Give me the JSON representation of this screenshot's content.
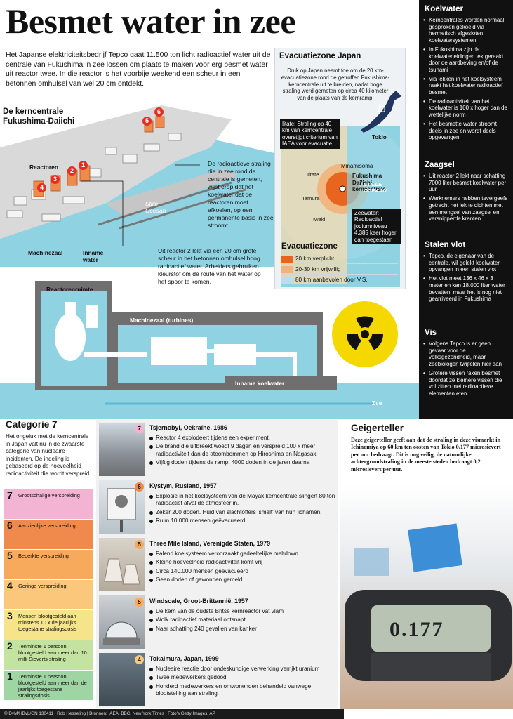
{
  "header": {
    "title": "Besmet water in zee",
    "intro": "Het Japanse elektriciteitsbedrijf Tepco gaat 11.500 ton licht radioactief water uit de centrale van Fukushima in zee lossen om plaats te maken voor erg besmet water uit reactor twee. In die reactor is het voorbije weekend een scheur in een betonnen omhulsel van wel 20 cm ontdekt."
  },
  "plant": {
    "title": "De kerncentrale Fukushima-Daiichi",
    "reactors_label": "Reactoren",
    "reactor_numbers": [
      "1",
      "2",
      "3",
      "4",
      "5",
      "6"
    ],
    "sea_label": "Stille Oceaan",
    "machine_hall_label": "Machinezaal",
    "intake_label": "Inname water",
    "callout_sea": "De radioactieve straling die in zee rond de centrale is gemeten, wijst erop dat het koelwater dat de reactoren moet afkoelen, op een permanente basis in zee stroomt.",
    "callout_leak": "Uit reactor 2 lekt via een 20 cm grote scheur in het betonnen omhulsel hoog radioactief water. Arbeiders gebruiken kleurstof om de route van het water op het spoor te komen."
  },
  "cross_section": {
    "reactor_room": "Reactorenruimte",
    "turbine_hall": "Machinezaal (turbines)",
    "intake_water": "Inname koelwater",
    "sea": "Zee"
  },
  "evacuation": {
    "title": "Evacuatiezone Japan",
    "text": "Druk op Japan neemt toe om de 20 km-evacuatiezone rond de getroffen Fukushima-kerncentrale uit te breiden, nadat hoge straling werd gemeten op circa 40 kilometer van de plaats van de kernramp.",
    "iitate_note": "Iitate: Straling op 40 km van kerncentrale overstijgt criterium van IAEA voor evacuatie",
    "seawater_note": "Zeewater: Radioactief jodiumniveau 4.385 keer hoger dan toegestaan",
    "places": {
      "tokio": "Tokio",
      "minamisoma": "Minamisoma",
      "plant": "Fukushima Dai'ichi-kerncentrale",
      "iitate": "Iitate",
      "tamura": "Tamura",
      "iwaki": "Iwaki",
      "ocean": "STILLE OCEAAN"
    },
    "legend_title": "Evacuatiezone",
    "legend": [
      {
        "label": "20 km verplicht",
        "color": "#e8651f"
      },
      {
        "label": "20-30 km vrijwillig",
        "color": "#f3b27a"
      },
      {
        "label": "80 km aanbevolen door V.S.",
        "color": "#b9dcef"
      }
    ]
  },
  "sidebar": {
    "sections": [
      {
        "heading": "Koelwater",
        "items": [
          "Kerncentrales worden normaal gesproken gekoeld via hermetisch afgesloten koelwatersystemen",
          "In Fukushima zijn de koelwaterleidingen lek geraakt door de aardbeving en/of de tsunami",
          "Via lekken in het koelsysteem raakt het koelwater radioactief besmet",
          "De radioactiviteit van het koelwater is 100 x hoger dan de wettelijke norm",
          "Het besmette water stroomt deels in zee en wordt deels opgevangen"
        ]
      },
      {
        "heading": "Zaagsel",
        "items": [
          "Uit reactor 2 lekt naar schatting 7000 liter besmet koelwater per uur",
          "Werknemers hebben tevergeefs getracht het lek te dichten met een mengsel van zaagsel en versnipperde kranten"
        ]
      },
      {
        "heading": "Stalen vlot",
        "items": [
          "Tepco, de eigenaar van de centrale, wil gelekt koelwater opvangen in een stalen vlot",
          "Het vlot meet 136 x 46 x 3 meter en kan 18.000 liter water bevatten, maar het is nog niet gearriveerd in Fukushima"
        ]
      },
      {
        "heading": "Vis",
        "items": [
          "Volgens Tepco is er geen gevaar voor de volksgezondheid, maar zeebiologen twijfelen hier aan",
          "Grotere vissen raken besmet doordat ze kleinere vissen die vol zitten met radioactieve elementen eten"
        ]
      }
    ]
  },
  "category": {
    "title": "Categorie 7",
    "intro": "Het ongeluk met de kerncentrale in Japan valt nu in de zwaarste categorie van nucleaire incidenten. De indeling is gebaseerd op de hoeveelheid radioactiviteit die wordt verspreid",
    "levels": [
      {
        "num": "7",
        "label": "Grootschalige verspreiding",
        "color": "#f2b4d2"
      },
      {
        "num": "6",
        "label": "Aanzienlijke verspreiding",
        "color": "#f08a4c"
      },
      {
        "num": "5",
        "label": "Beperkte verspreiding",
        "color": "#f7a95c"
      },
      {
        "num": "4",
        "label": "Geringe verspreiding",
        "color": "#fbc77a"
      },
      {
        "num": "3",
        "label": "Mensen blootgesteld aan minstens 10 x de jaarlijks toegestane stralingsdosis",
        "color": "#f6e48a"
      },
      {
        "num": "2",
        "label": "Tenminste 1 persoon blootgesteld aan meer dan 10 milli-Sieverts straling",
        "color": "#c5e3a0"
      },
      {
        "num": "1",
        "label": "Tenminste 1 persoon blootgesteld aan meer dan de jaarlijks toegestane stralingsdosis",
        "color": "#9fd4a3"
      }
    ]
  },
  "incidents": [
    {
      "level": "7",
      "color": "#f2b4d2",
      "title": "Tsjernobyl, Oekraïne, 1986",
      "items": [
        "Reactor 4 explodeert tijdens een experiment.",
        "De brand die uitbreekt woedt 9 dagen en verspreid 100 x meer radioactiviteit dan de atoombommen op Hiroshima en Nagasaki",
        "Vijftig doden tijdens de ramp, 4000 doden in de jaren daarna"
      ]
    },
    {
      "level": "6",
      "color": "#f08a4c",
      "title": "Kystym, Rusland, 1957",
      "items": [
        "Explosie in het koelsysteem van de Mayak kerncentrale slingert 80 ton radioactief afval de atmosfeer in.",
        "Zeker 200 doden. Huid van slachtoffers 'smelt' van hun lichamen.",
        "Ruim 10.000 mensen geëvacueerd."
      ]
    },
    {
      "level": "5",
      "color": "#f7a95c",
      "title": "Three Mile Island, Verenigde Staten, 1979",
      "items": [
        "Falend koelsysteem veroorzaakt gedeeltelijke meltdown",
        "Kleine hoeveelheid radioactiviteit komt vrij",
        "Circa 140.000 mensen geëvacueerd",
        "Geen doden of gewonden gemeld"
      ]
    },
    {
      "level": "5",
      "color": "#f7a95c",
      "title": "Windscale, Groot-Brittannië, 1957",
      "items": [
        "De kern van de oudste Britse kernreactor vat vlam",
        "Wolk radioactief materiaal ontsnapt",
        "Naar schatting 240 gevallen van kanker"
      ]
    },
    {
      "level": "4",
      "color": "#fbc77a",
      "title": "Tokaimura, Japan, 1999",
      "items": [
        "Nucleaire reactie door ondeskundige verwerking verrijkt uranium",
        "Twee medewerkers gedood",
        "Honderd medewerkers en omwonenden behandeld vanwege blootstelling aan straling"
      ]
    }
  ],
  "geiger": {
    "title": "Geigerteller",
    "text": "Deze geigerteller geeft aan dat de straling in deze vismarkt in Ichinomiya op 60 km ten oosten van Tokio 0,177 microsievert per uur bedraagt. Dit is nog veilig, de natuurlijke achtergrondstraling in de meeste steden bedraagt 0,2 microsievert per uur.",
    "reading": "0.177"
  },
  "credits": "© DvM/HBvL/GN 130411 | Rob Hesseling | Bronnen: IAEA, BBC, New York Times | Foto's Getty Images, AP",
  "colors": {
    "accent_red": "#e62e20",
    "sea": "#8fd3e3",
    "sidebar": "#111111",
    "hazard_yellow": "#f5d800"
  }
}
